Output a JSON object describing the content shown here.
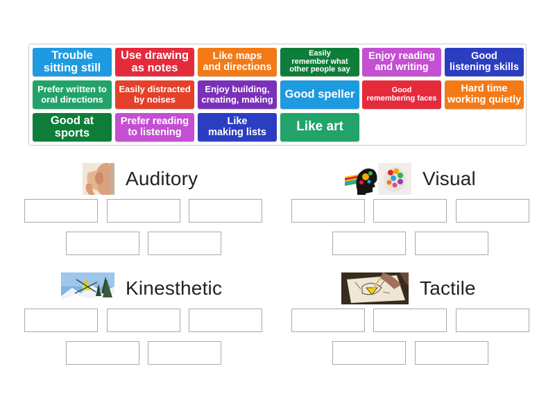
{
  "tiles": [
    {
      "label": "Trouble\nsitting still",
      "color": "#1e9ae0",
      "size": "fs17"
    },
    {
      "label": "Use drawing\nas notes",
      "color": "#e52a3b",
      "size": "fs17"
    },
    {
      "label": "Like maps\nand directions",
      "color": "#f37a16",
      "size": "fs15"
    },
    {
      "label": "Easily\nremember what\nother people say",
      "color": "#0f7d3a",
      "size": "fs11"
    },
    {
      "label": "Enjoy reading\nand writing",
      "color": "#c44fd3",
      "size": "fs15"
    },
    {
      "label": "Good\nlistening skills",
      "color": "#2b3ec2",
      "size": "fs15"
    },
    {
      "label": "Prefer written to\noral directions",
      "color": "#21a36a",
      "size": "fs13"
    },
    {
      "label": "Easily distracted\nby noises",
      "color": "#e4402a",
      "size": "fs13"
    },
    {
      "label": "Enjoy building,\ncreating, making",
      "color": "#7a30b8",
      "size": "fs13"
    },
    {
      "label": "Good speller",
      "color": "#1e9ae0",
      "size": "fs17"
    },
    {
      "label": "Good\nremembering faces",
      "color": "#e52a3b",
      "size": "fs11"
    },
    {
      "label": "Hard time\nworking quietly",
      "color": "#f37a16",
      "size": "fs15"
    },
    {
      "label": "Good at\nsports",
      "color": "#0f7d3a",
      "size": "fs17"
    },
    {
      "label": "Prefer reading\nto listening",
      "color": "#c44fd3",
      "size": "fs15"
    },
    {
      "label": "Like\nmaking lists",
      "color": "#2b3ec2",
      "size": "fs15"
    },
    {
      "label": "Like art",
      "color": "#21a36a",
      "size": "fs20"
    }
  ],
  "groups": {
    "auditory": {
      "title": "Auditory",
      "image_icon": "ear-icon"
    },
    "visual": {
      "title": "Visual",
      "image_icon": "head-rainbow-icon"
    },
    "kinesthetic": {
      "title": "Kinesthetic",
      "image_icon": "skier-icon"
    },
    "tactile": {
      "title": "Tactile",
      "image_icon": "drawing-hand-icon"
    }
  }
}
